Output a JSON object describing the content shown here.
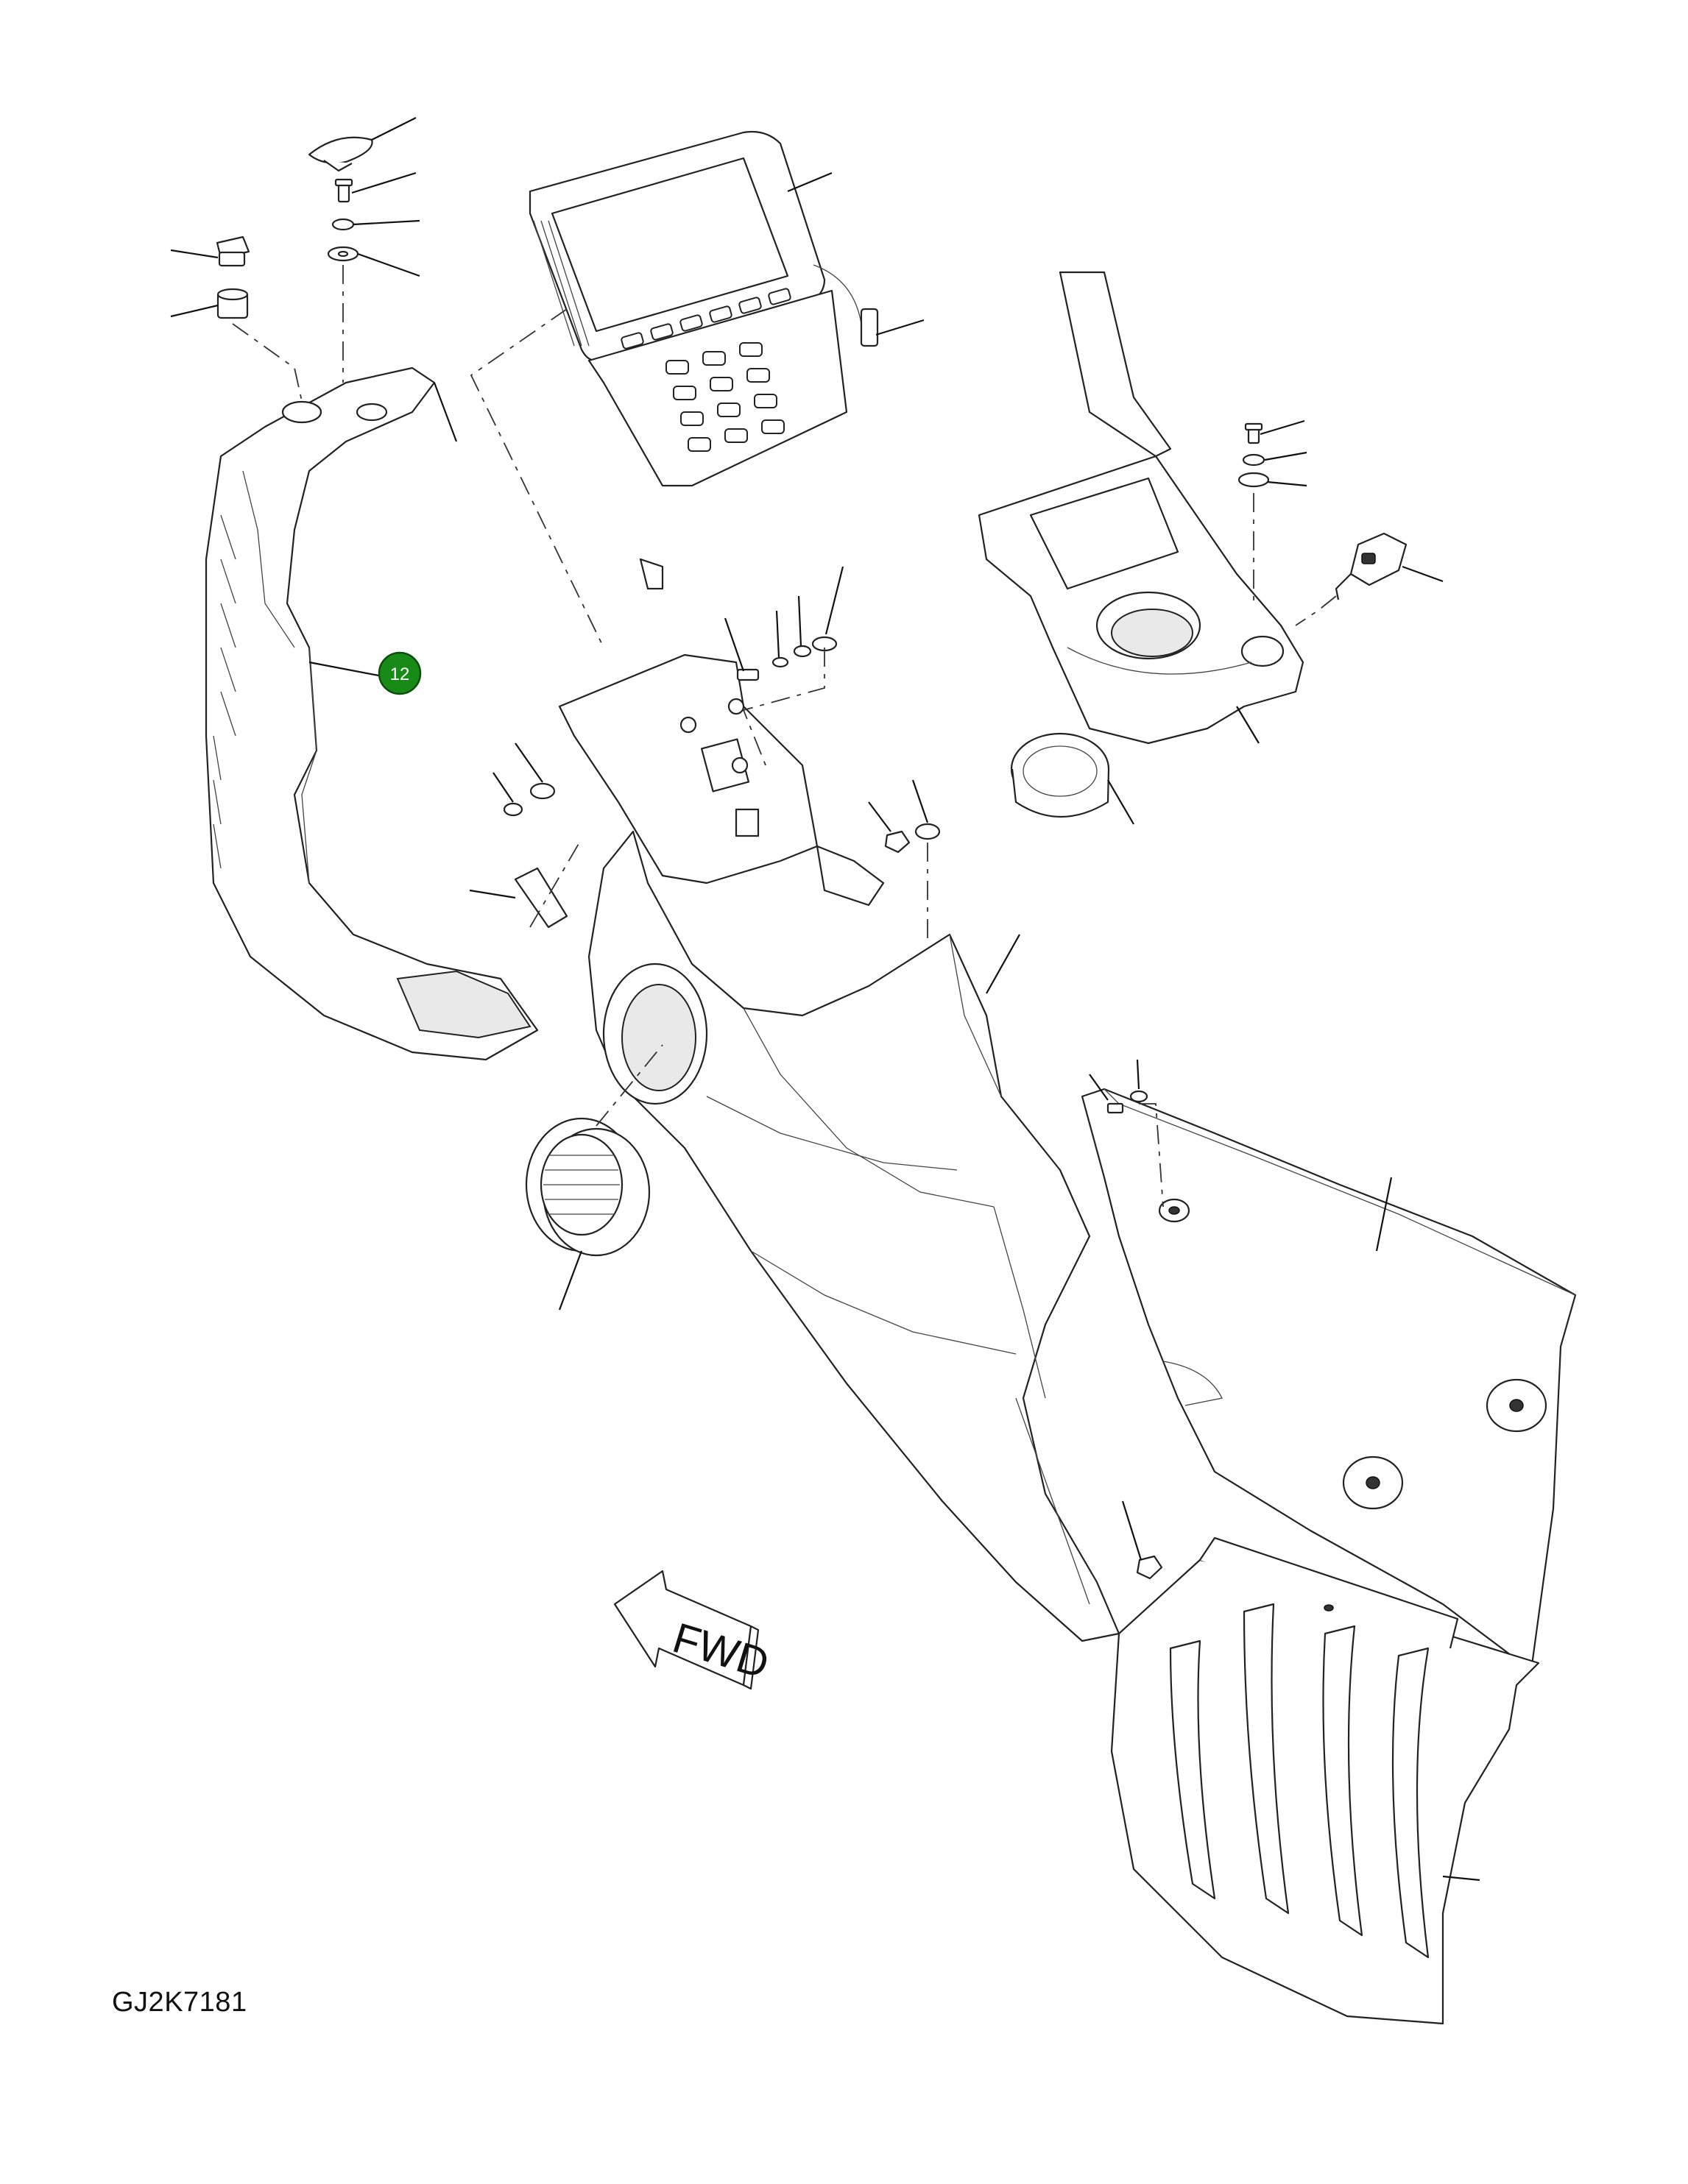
{
  "callout": {
    "label": "12",
    "color": "#178a17"
  },
  "direction_arrow": {
    "label": "FWD"
  },
  "drawing_code": "GJ2K7181"
}
